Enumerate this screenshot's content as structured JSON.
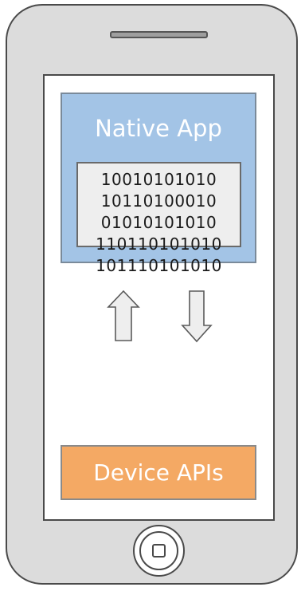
{
  "native_app": {
    "title": "Native App",
    "binary_lines": [
      "10010101010",
      "10110100010",
      "01010101010",
      "110110101010",
      "101110101010"
    ]
  },
  "device_apis": {
    "title": "Device APIs"
  },
  "icons": {
    "up_arrow": "up-arrow-icon",
    "down_arrow": "down-arrow-icon",
    "home_button": "home-button-icon"
  },
  "colors": {
    "native_app_fill": "#a3c4e6",
    "device_apis_fill": "#f4a964",
    "phone_body": "#dcdcdc",
    "binary_box_fill": "#eeeeee"
  }
}
